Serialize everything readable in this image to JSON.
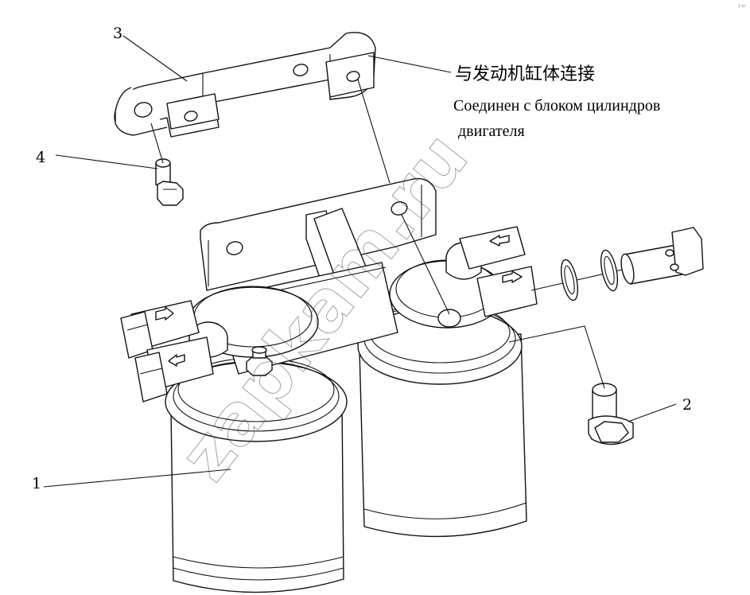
{
  "diagram": {
    "callouts": {
      "part1": "1",
      "part2": "2",
      "part3": "3",
      "part4": "4"
    },
    "note_zh": "与发动机缸体连接",
    "note_ru_line1": "Соединен с блоком цилиндров",
    "note_ru_line2": "двигателя",
    "watermark": "zapkam.ru",
    "corner_mark": "r="
  }
}
